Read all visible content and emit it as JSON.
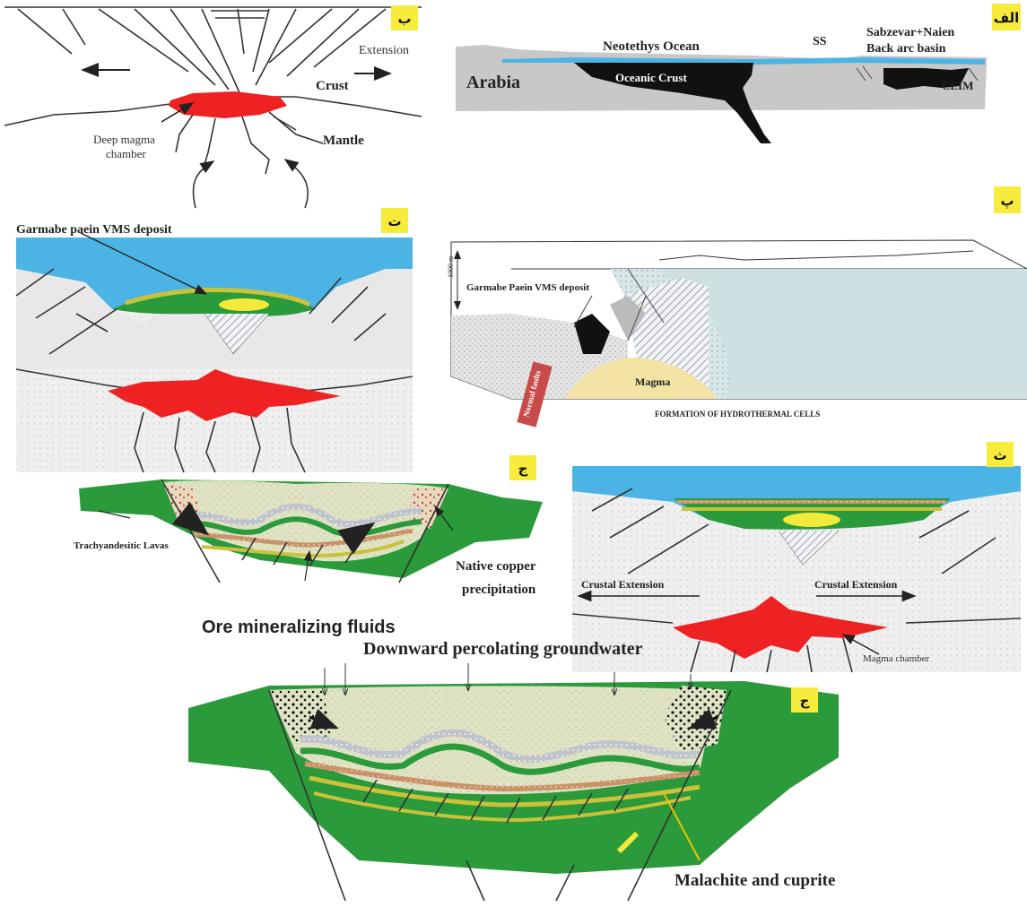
{
  "panels": {
    "alef": {
      "tag": "الف",
      "labels": {
        "arabia": "Arabia",
        "neotethys": "Neotethys Ocean",
        "oceanic_crust": "Oceanic Crust",
        "ss": "SS",
        "backarc_1": "Sabzevar+Naien",
        "backarc_2": "Back arc basin",
        "ceim": "CEIM"
      }
    },
    "be": {
      "tag": "ب",
      "labels": {
        "extension": "Extension",
        "crust": "Crust",
        "mantle": "Mantle",
        "magma_1": "Deep magma",
        "magma_2": "chamber"
      }
    },
    "pe": {
      "tag": "پ",
      "labels": {
        "deposit": "Garmabe Paein VMS deposit",
        "scale": "1000 m",
        "faults": "Normal faults",
        "magma": "Magma",
        "caption": "FORMATION OF HYDROTHERMAL CELLS"
      }
    },
    "te": {
      "tag": "ت",
      "labels": {
        "deposit": "Garmabe paein VMS deposit"
      }
    },
    "se": {
      "tag": "ث",
      "labels": {
        "ext_left": "Crustal Extension",
        "ext_right": "Crustal Extension",
        "magma_chamber": "Magma chamber"
      }
    },
    "jim1": {
      "tag": "ج",
      "labels": {
        "lavas": "Trachyandesitic Lavas",
        "copper_1": "Native copper",
        "copper_2": "precipitation",
        "fluids": "Ore mineralizing fluids"
      }
    },
    "jim2": {
      "tag": "ج",
      "labels": {
        "groundwater": "Downward percolating groundwater",
        "malachite": "Malachite and cuprite"
      }
    }
  },
  "colors": {
    "sea": "#4cb4e4",
    "crust_gray": "#c8c8c8",
    "oceanic_black": "#111111",
    "magma_red": "#ee2222",
    "lava_green": "#2a9a3a",
    "fill_beige": "#dfe3c4",
    "tag_yellow": "#f7ec3c",
    "pale_blue": "#cfe0e2",
    "magma_yellow": "#f3e3a4"
  }
}
